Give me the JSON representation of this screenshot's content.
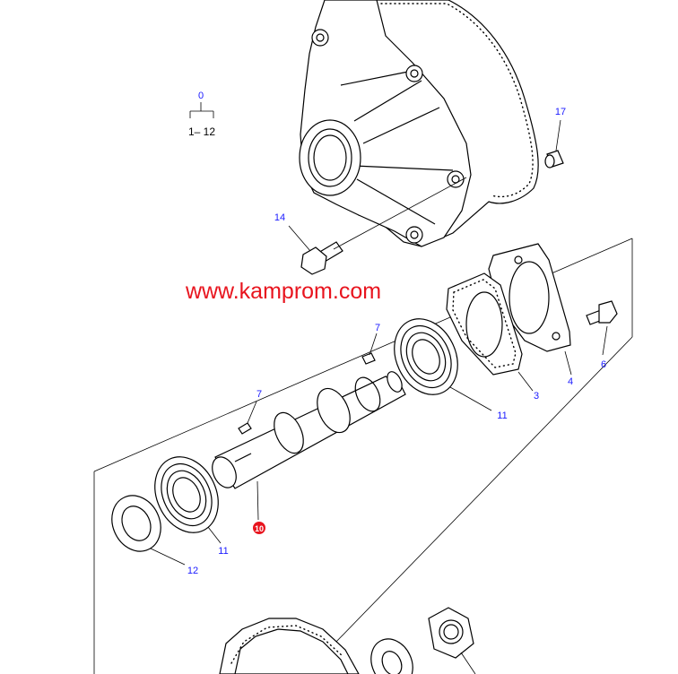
{
  "watermark": "www.kamprom.com",
  "assembly": {
    "top": "0",
    "range": "1– 12"
  },
  "callouts": {
    "c17": "17",
    "c14": "14",
    "c7a": "7",
    "c7b": "7",
    "c6": "6",
    "c4": "4",
    "c3": "3",
    "c11a": "11",
    "c11b": "11",
    "c10": "10",
    "c12": "12"
  },
  "colors": {
    "callout": "#1a1aff",
    "watermark": "#e8141e",
    "highlight": "#e8141e",
    "line": "#000000"
  }
}
